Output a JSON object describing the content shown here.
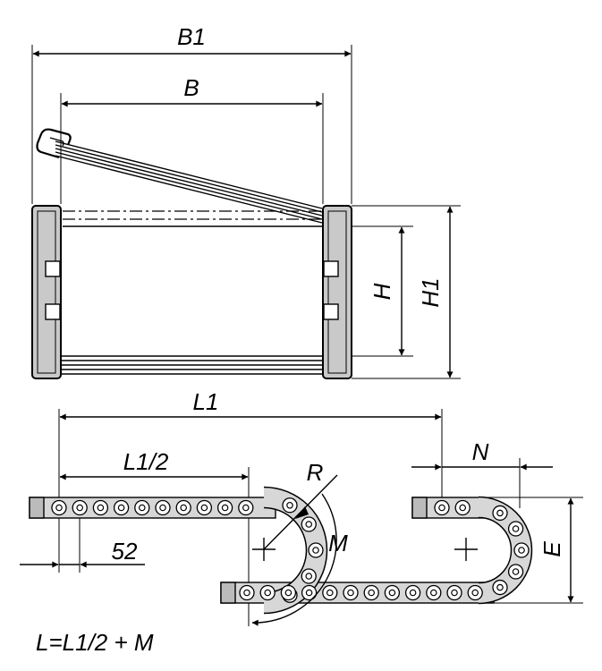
{
  "labels": {
    "b1": "B1",
    "b": "B",
    "h": "H",
    "h1": "H1",
    "l1": "L1",
    "l1_half": "L1/2",
    "r": "R",
    "n": "N",
    "m": "M",
    "e": "E",
    "pitch": "52",
    "formula": "L=L1/2 + M"
  }
}
